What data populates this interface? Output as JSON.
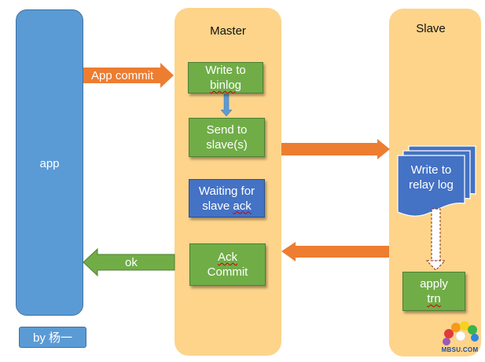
{
  "app": {
    "label": "app",
    "byline": "by 杨一"
  },
  "master": {
    "title": "Master",
    "steps": {
      "write_binlog_line1": "Write to",
      "write_binlog_line2": "binlog",
      "send_slaves_line1": "Send to",
      "send_slaves_line2": "slave(s)",
      "waiting_line1": "Waiting for",
      "waiting_line2_a": "slave",
      "waiting_line2_b": "ack",
      "ack_line1": "Ack",
      "ack_line2": "Commit"
    }
  },
  "slave": {
    "title": "Slave",
    "relay_log_line1": "Write to",
    "relay_log_line2": "relay log",
    "apply_line1": "apply",
    "apply_line2": "trn"
  },
  "arrows": {
    "app_commit": "App commit",
    "ok": "ok"
  },
  "colors": {
    "app_blue": "#5b9bd5",
    "lane_orange": "#fdd48a",
    "step_green": "#70ad47",
    "step_blue": "#4472c4",
    "arrow_orange": "#ed7d31"
  },
  "watermark": {
    "text": "MBSU.COM"
  }
}
